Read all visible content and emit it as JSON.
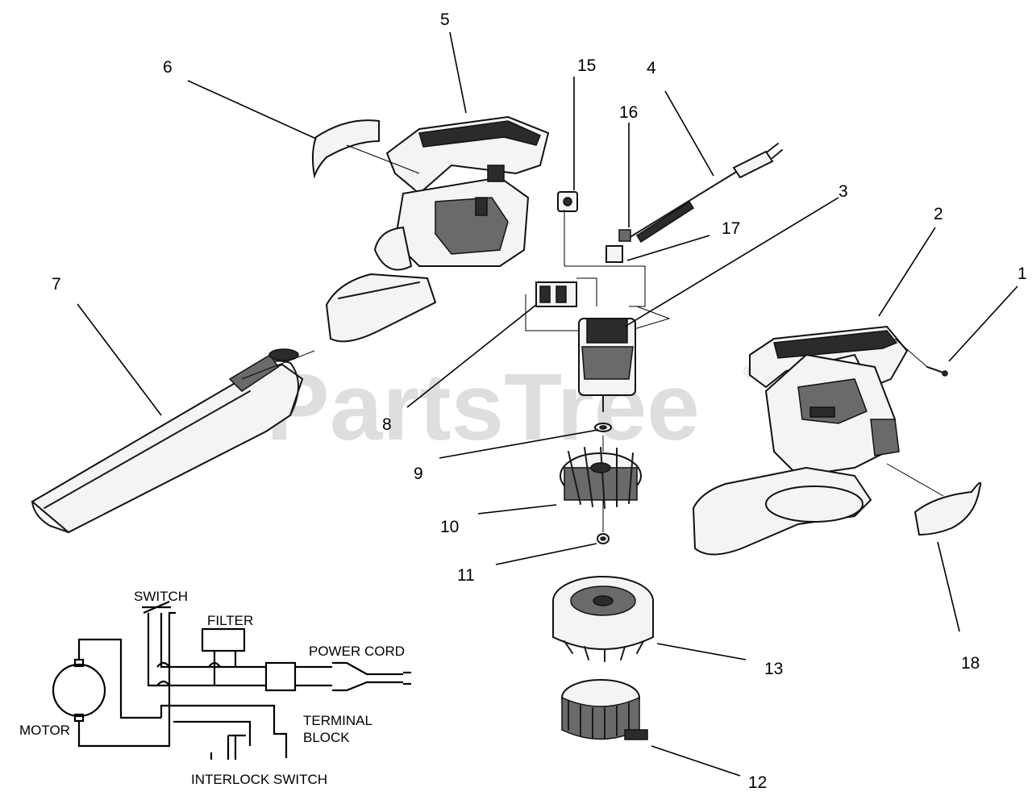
{
  "watermark": {
    "text": "PartsTree",
    "registered": "®"
  },
  "callouts": {
    "c1": "1",
    "c2": "2",
    "c3": "3",
    "c4": "4",
    "c5": "5",
    "c6": "6",
    "c7": "7",
    "c8": "8",
    "c9": "9",
    "c10": "10",
    "c11": "11",
    "c12": "12",
    "c13": "13",
    "c15": "15",
    "c16": "16",
    "c17": "17",
    "c18": "18"
  },
  "wiring_diagram": {
    "switch": "SWITCH",
    "filter": "FILTER",
    "power_cord": "POWER CORD",
    "terminal_block_line1": "TERMINAL",
    "terminal_block_line2": "BLOCK",
    "motor": "MOTOR",
    "interlock_switch": "INTERLOCK SWITCH"
  },
  "colors": {
    "line": "#000000",
    "watermark": "#c4c4c4",
    "background": "#ffffff"
  }
}
